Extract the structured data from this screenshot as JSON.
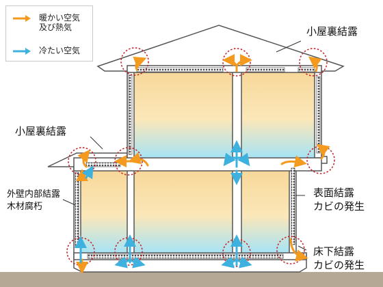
{
  "legend": {
    "warm_label": "暖かい空気\n及び熱気",
    "cold_label": "冷たい空気",
    "warm_color": "#f39a1f",
    "cold_color": "#3eb1de"
  },
  "labels": {
    "attic_condensation_top": "小屋裏結露",
    "attic_condensation_left": "小屋裏結露",
    "exterior_wall": "外壁内部結露\n木材腐朽",
    "surface_condensation": "表面結露\nカビの発生",
    "underfloor_condensation": "床下結露\nカビの発生"
  },
  "colors": {
    "wall_fill": "#ffffff",
    "wall_stroke": "#555555",
    "room_warm": "#f7d89a",
    "room_cool": "#a7e3f5",
    "ground": "#b5a894",
    "condensation_circle": "#c2272d"
  }
}
